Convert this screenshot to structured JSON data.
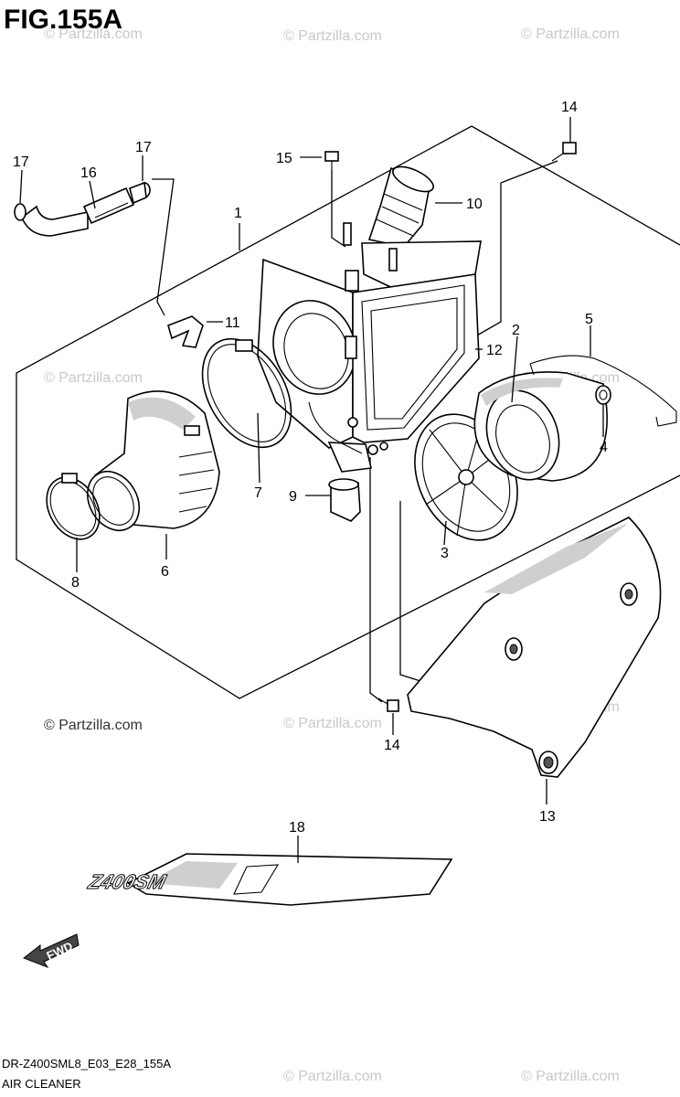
{
  "figure": {
    "title": "FIG.155A",
    "code": "DR-Z400SML8_E03_E28_155A",
    "name": "AIR CLEANER"
  },
  "watermark": "© Partzilla.com",
  "fwd_label": "FWD",
  "decal_text": "Z400SM",
  "callouts": [
    "1",
    "2",
    "3",
    "4",
    "5",
    "6",
    "7",
    "8",
    "9",
    "10",
    "11",
    "12",
    "13",
    "14",
    "15",
    "16",
    "17",
    "17",
    "18",
    "14"
  ]
}
